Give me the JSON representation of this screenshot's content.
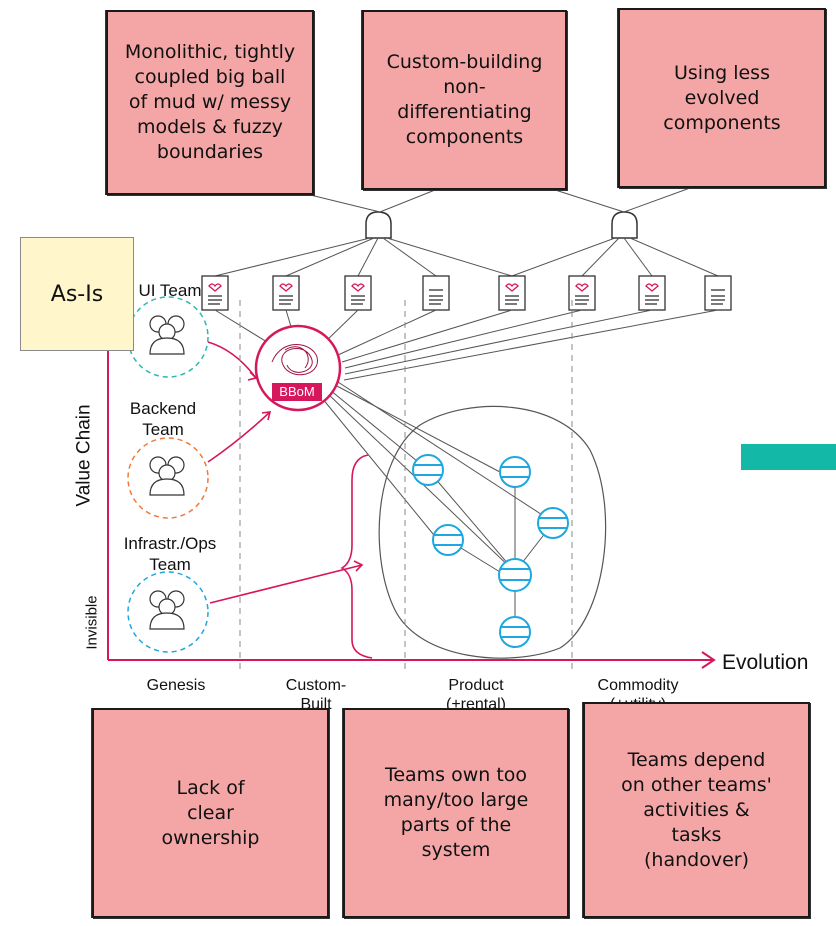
{
  "top_notes": [
    "Monolithic, tightly\ncoupled big ball\nof mud w/ messy\nmodels & fuzzy\nboundaries",
    "Custom-building\nnon-\ndifferentiating\ncomponents",
    "Using less\nevolved\ncomponents"
  ],
  "bottom_notes": [
    "Lack of\nclear\nownership",
    "Teams own too\nmany/too large\nparts of the\nsystem",
    "Teams depend\non other teams'\nactivities &\ntasks\n(handover)"
  ],
  "as_is": "As-Is",
  "teams": {
    "ui": "UI Team",
    "backend": "Backend\nTeam",
    "infra": "Infrastr./Ops\nTeam"
  },
  "bbom": "BBoM",
  "y_axis": {
    "label": "Value Chain",
    "bottom": "Invisible"
  },
  "x_axis": {
    "label": "Evolution",
    "stages": [
      "Genesis",
      "Custom-\nBuilt",
      "Product\n(+rental)",
      "Commodity\n(+utility)"
    ]
  },
  "colors": {
    "note": "#f4a6a6",
    "as_is": "#fff6cc",
    "accent": "#d6175c",
    "service": "#1ea7e1",
    "teal": "#14b8a6"
  }
}
